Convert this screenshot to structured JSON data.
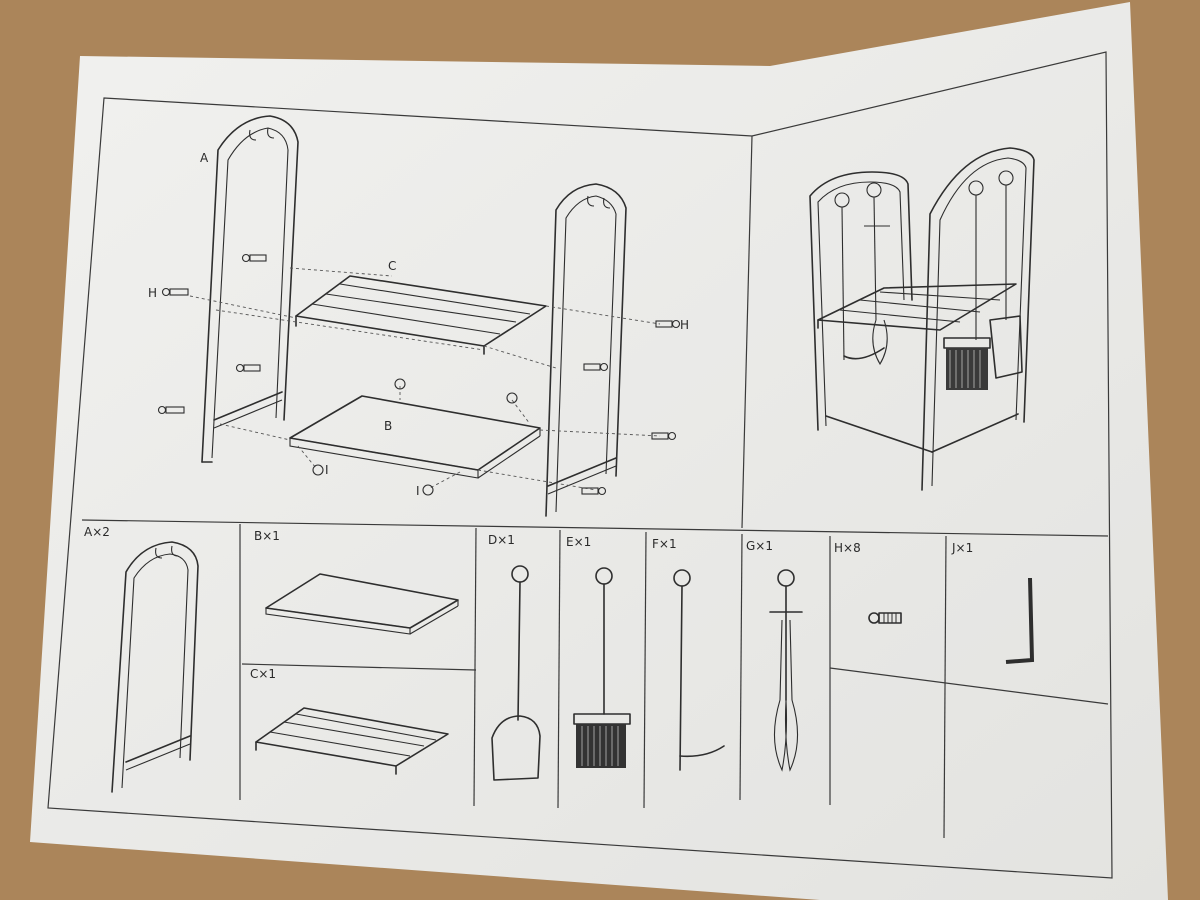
{
  "colors": {
    "cardboard": "#b08a5e",
    "paper": "#ededeb",
    "ink": "#2e2e2e"
  },
  "assembly_labels": {
    "side_frame": "A",
    "log_rack": "C",
    "base_panel": "B",
    "screw_left": "H",
    "screw_right": "H",
    "nut_left": "I",
    "nut_bottom": "I"
  },
  "parts": [
    {
      "id": "A",
      "label": "A×2",
      "icon": "arched-side-frame-icon"
    },
    {
      "id": "B",
      "label": "B×1",
      "icon": "base-panel-icon"
    },
    {
      "id": "C",
      "label": "C×1",
      "icon": "slatted-rack-icon"
    },
    {
      "id": "D",
      "label": "D×1",
      "icon": "shovel-icon"
    },
    {
      "id": "E",
      "label": "E×1",
      "icon": "brush-icon"
    },
    {
      "id": "F",
      "label": "F×1",
      "icon": "poker-icon"
    },
    {
      "id": "G",
      "label": "G×1",
      "icon": "tongs-icon"
    },
    {
      "id": "H",
      "label": "H×8",
      "icon": "screw-icon"
    },
    {
      "id": "J",
      "label": "J×1",
      "icon": "allen-key-icon"
    }
  ]
}
